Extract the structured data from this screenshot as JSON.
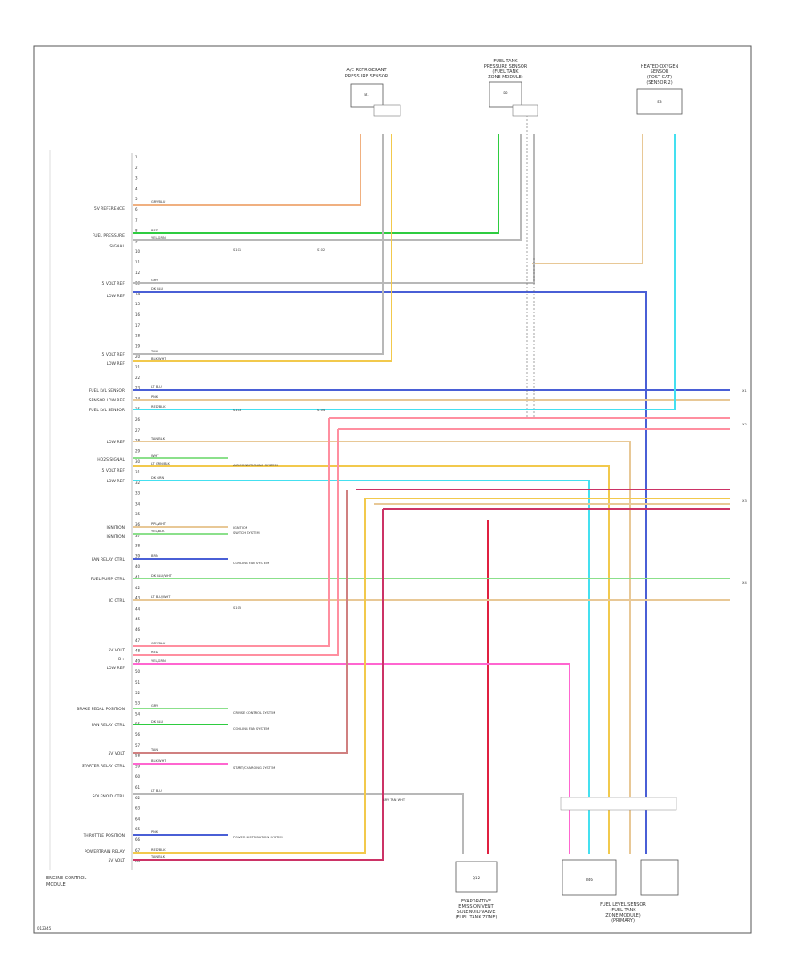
{
  "diagram": {
    "module_title": [
      "ENGINE CONTROL",
      "MODULE"
    ],
    "footer_code": "012345",
    "colors": {
      "orange": "#f0b080",
      "green": "#2ecc40",
      "gray": "#b8b8b8",
      "blue": "#4a5fd6",
      "yellow": "#f2c94c",
      "tan": "#e8c896",
      "cyan": "#44e0f0",
      "pink": "#ff8fa0",
      "red": "#e02040",
      "magenta": "#ff66d0",
      "violet": "#cc3366",
      "lime": "#8be08b",
      "brown": "#d08080"
    },
    "left_labels": [
      "5V REFERENCE",
      "FUEL PRESSURE",
      "SIGNAL",
      "5 VOLT REF",
      "LOW REF",
      "5 VOLT REF",
      "LOW REF",
      "FUEL LVL SENSOR",
      "SENSOR LOW REF",
      "FUEL LVL SENSOR",
      "LOW REF",
      "HO2S SIGNAL",
      "5 VOLT REF",
      "LOW REF",
      "IGNITION",
      "IGNITION",
      "FAN RELAY CTRL",
      "FUEL PUMP CTRL",
      "IC CTRL",
      "5V VOLT",
      "B+",
      "LOW REF",
      "BRAKE PEDAL POSITION",
      "FAN RELAY CTRL",
      "5V VOLT",
      "STARTER RELAY CTRL",
      "SOLENOID CTRL",
      "THROTTLE POSITION",
      "POWERTRAIN RELAY",
      "5V VOLT"
    ],
    "notes": [
      "AIR CONDITIONING SYSTEM",
      "IGNITION",
      "SWITCH SYSTEM",
      "COOLING FAN SYSTEM",
      "CRUISE CONTROL SYSTEM",
      "COOLING FAN SYSTEM",
      "START/CHARGING SYSTEM",
      "POWER DISTRIBUTION SYSTEM"
    ],
    "wire_codes": [
      "GRY/BLU",
      "RED",
      "YEL/GRN",
      "GRY",
      "DK BLU",
      "TAN",
      "BLK/WHT",
      "LT BLU",
      "PNK",
      "RED/BLK",
      "TAN/BLK",
      "WHT",
      "LT GRN/BLK",
      "DK GRN",
      "PPL/WHT",
      "YEL/BLK",
      "BRN",
      "DK BLU/WHT",
      "LT BLU/WHT"
    ],
    "connectors": [
      "X1",
      "X2",
      "X3",
      "X4"
    ],
    "top_components": [
      {
        "title": [
          "A/C REFRIGERANT",
          "PRESSURE SENSOR"
        ],
        "tag": "B1"
      },
      {
        "title": [
          "FUEL TANK",
          "PRESSURE SENSOR",
          "(FUEL TANK",
          "ZONE MODULE)"
        ],
        "tag": "B2"
      },
      {
        "title": [
          "HEATED OXYGEN",
          "SENSOR",
          "(POST CAT)",
          "(SENSOR 2)"
        ],
        "tag": "B3"
      }
    ],
    "bottom_components": [
      {
        "title": [
          "EVAPORATIVE",
          "EMISSION VENT",
          "SOLENOID VALVE",
          "(FUEL TANK ZONE)"
        ],
        "tag": "Q12"
      },
      {
        "title": [
          "FUEL LEVEL SENSOR",
          "(FUEL TANK",
          "ZONE MODULE)",
          "(PRIMARY)"
        ],
        "tag": "B46"
      }
    ],
    "splice_labels": [
      "S101",
      "S102",
      "S103",
      "S104",
      "S105"
    ],
    "bottom_wire_label": "GRY  TAN  WHT"
  }
}
